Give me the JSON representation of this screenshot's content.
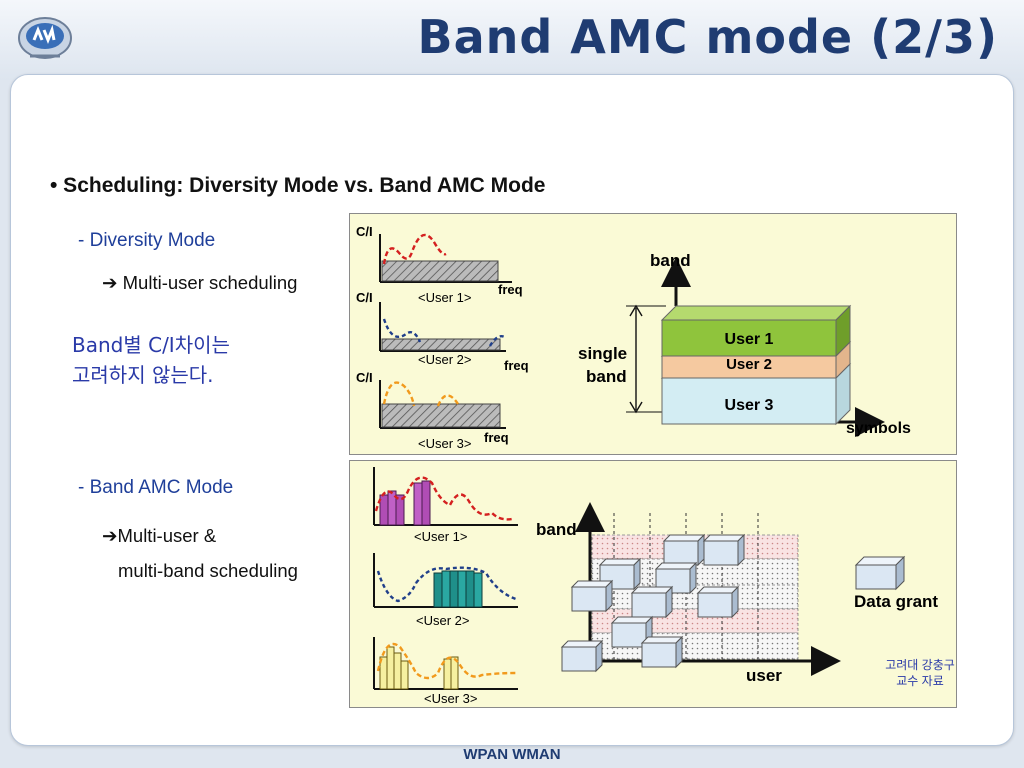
{
  "slide": {
    "title": "Band AMC mode (2/3)",
    "footer": "WPAN WMAN",
    "heading": "• Scheduling: Diversity Mode vs. Band AMC Mode",
    "diversity": {
      "label": "-  Diversity Mode",
      "arrow_text": "➔ Multi-user scheduling",
      "note_line1": "Band별 C/I차이는",
      "note_line2": "고려하지 않는다."
    },
    "amc": {
      "label": "-  Band AMC Mode",
      "arrow_text_line1": "➔Multi-user &",
      "arrow_text_line2": "multi-band scheduling"
    }
  },
  "fig_top": {
    "ci": "C/I",
    "freq": "freq",
    "user1": "<User 1>",
    "user2": "<User 2>",
    "user3": "<User 3>",
    "band": "band",
    "single": "single",
    "single_band": "band",
    "stack_user1": "User 1",
    "stack_user2": "User 2",
    "stack_user3": "User 3",
    "symbols": "symbols"
  },
  "fig_bottom": {
    "user1": "<User 1>",
    "user2": "<User 2>",
    "user3": "<User 3>",
    "band": "band",
    "user": "user",
    "data_grant": "Data grant",
    "credit_line1": "고려대 강충구",
    "credit_line2": "교수 자료"
  },
  "colors": {
    "title": "#1f3c72",
    "user1_bar": "#8fc43c",
    "user2_bar": "#f5c9a0",
    "user3_bar": "#d3edf3",
    "figure_bg": "#fafad6"
  }
}
